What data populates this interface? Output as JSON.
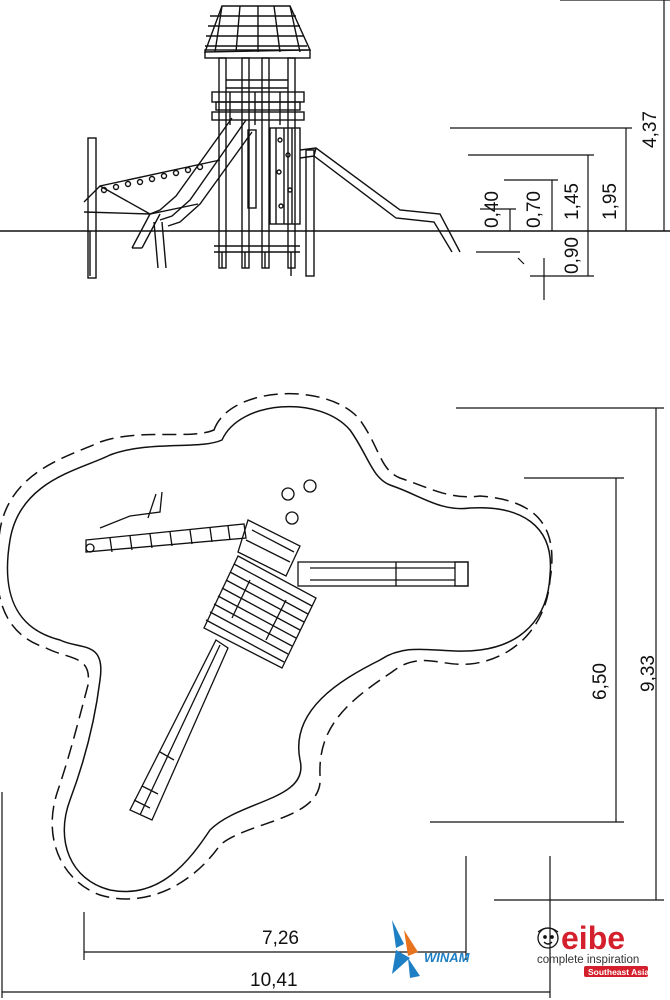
{
  "elevation_dimensions": {
    "d_040": "0,40",
    "d_070": "0,70",
    "d_145": "1,45",
    "d_195": "1,95",
    "d_437": "4,37",
    "d_090": "0,90"
  },
  "plan_dimensions": {
    "width_inner": "7,26",
    "width_outer": "10,41",
    "depth_inner": "6,50",
    "depth_outer": "9,33"
  },
  "logos": {
    "winam_name": "WINAM",
    "eibe_name": "eibe",
    "eibe_tagline": "complete inspiration",
    "eibe_region": "Southeast Asia"
  },
  "colors": {
    "line": "#111111",
    "winam_blue": "#1f7fc4",
    "winam_orange": "#e8731e",
    "eibe_red": "#d4202c"
  }
}
